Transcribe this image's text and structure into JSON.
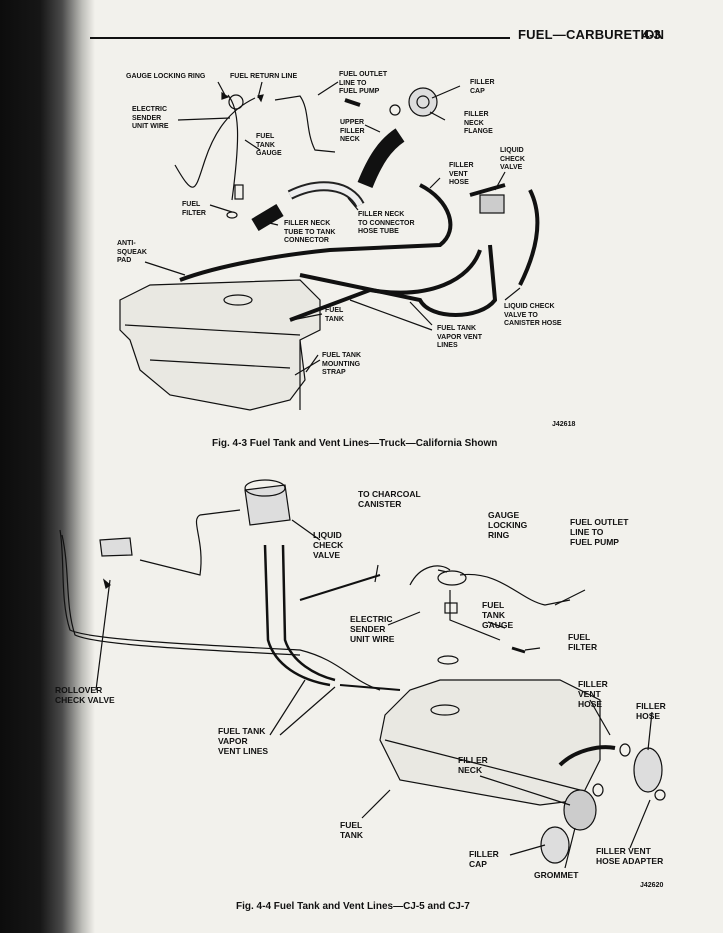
{
  "header": {
    "section": "FUEL—CARBURETION",
    "page_number": "4-3"
  },
  "figure1": {
    "caption": "Fig. 4-3   Fuel Tank and Vent Lines—Truck—California Shown",
    "code": "J42618",
    "labels": {
      "gauge_locking_ring": "GAUGE LOCKING RING",
      "fuel_return_line": "FUEL RETURN LINE",
      "fuel_outlet_line": "FUEL OUTLET\nLINE TO\nFUEL PUMP",
      "filler_cap": "FILLER\nCAP",
      "electric_sender": "ELECTRIC\nSENDER\nUNIT WIRE",
      "upper_filler_neck": "UPPER\nFILLER\nNECK",
      "filler_neck_flange": "FILLER\nNECK\nFLANGE",
      "fuel_tank_gauge": "FUEL\nTANK\nGAUGE",
      "liquid_check_valve": "LIQUID\nCHECK\nVALVE",
      "filler_vent_hose": "FILLER\nVENT\nHOSE",
      "fuel_filter": "FUEL\nFILTER",
      "filler_neck_tube": "FILLER NECK\nTUBE TO TANK\nCONNECTOR",
      "filler_neck_connector": "FILLER NECK\nTO CONNECTOR\nHOSE TUBE",
      "anti_squeak_pad": "ANTI-\nSQUEAK\nPAD",
      "liquid_check_valve_canister": "LIQUID CHECK\nVALVE TO\nCANISTER HOSE",
      "fuel_tank": "FUEL\nTANK",
      "vapor_vent_lines": "FUEL TANK\nVAPOR VENT\nLINES",
      "mounting_strap": "FUEL TANK\nMOUNTING\nSTRAP"
    }
  },
  "figure2": {
    "caption": "Fig. 4-4   Fuel Tank and Vent Lines—CJ-5 and CJ-7",
    "code": "J42620",
    "labels": {
      "to_charcoal_canister": "TO CHARCOAL\nCANISTER",
      "gauge_locking_ring": "GAUGE\nLOCKING\nRING",
      "fuel_outlet_line": "FUEL OUTLET\nLINE TO\nFUEL PUMP",
      "liquid_check_valve": "LIQUID\nCHECK\nVALVE",
      "electric_sender": "ELECTRIC\nSENDER\nUNIT WIRE",
      "fuel_tank_gauge": "FUEL\nTANK\nGAUGE",
      "fuel_filter": "FUEL\nFILTER",
      "rollover_check_valve": "ROLLOVER\nCHECK VALVE",
      "filler_vent_hose": "FILLER\nVENT\nHOSE",
      "filler_hose": "FILLER\nHOSE",
      "vapor_vent_lines": "FUEL TANK\nVAPOR\nVENT LINES",
      "filler_neck": "FILLER\nNECK",
      "fuel_tank": "FUEL\nTANK",
      "filler_cap": "FILLER\nCAP",
      "filler_vent_hose_adapter": "FILLER VENT\nHOSE ADAPTER",
      "grommet": "GROMMET"
    }
  }
}
